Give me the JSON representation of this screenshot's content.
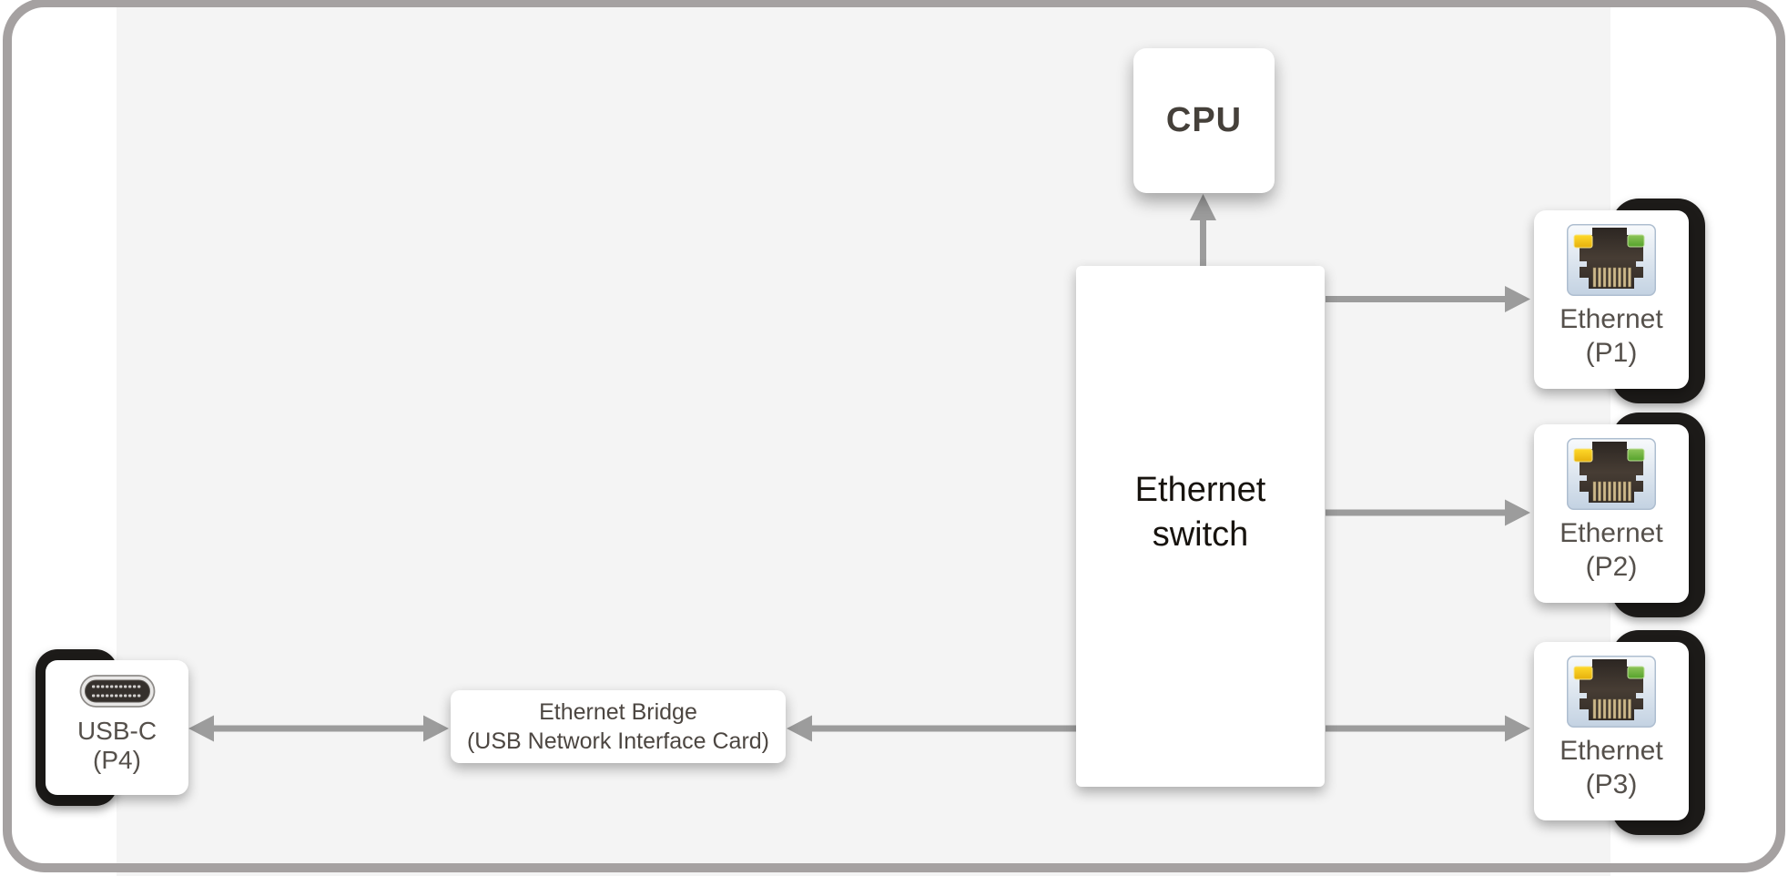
{
  "diagram": {
    "cpu": {
      "label": "CPU"
    },
    "ethernet_switch": {
      "lines": [
        "Ethernet",
        "switch"
      ]
    },
    "ethernet_bridge": {
      "lines": [
        "Ethernet Bridge",
        "(USB Network Interface Card)"
      ]
    },
    "ports": [
      {
        "label": "Ethernet",
        "sub_label": "(P1)",
        "icon": "rj45-jack-icon"
      },
      {
        "label": "Ethernet",
        "sub_label": "(P2)",
        "icon": "rj45-jack-icon"
      },
      {
        "label": "Ethernet",
        "sub_label": "(P3)",
        "icon": "rj45-jack-icon"
      },
      {
        "label": "USB-C",
        "sub_label": "(P4)",
        "icon": "usb-c-connector-icon"
      }
    ],
    "connections": [
      "ethernet-switch to cpu (arrow up)",
      "ethernet-switch to ethernet-p1 (arrow right)",
      "ethernet-switch to ethernet-p2 (arrow right)",
      "ethernet-switch to ethernet-p3 (arrow right)",
      "ethernet-switch to ethernet-bridge (arrow left)",
      "ethernet-bridge to usb-c-p4 (double arrow)"
    ],
    "colors": {
      "frame_border": "#a5a1a1",
      "panel_band": "#f4f4f4",
      "arrow": "#9c9c9c",
      "port_bezel_black": "#1d1b19",
      "led_yellow": "#f2c71d",
      "led_green": "#6cb33f",
      "label_text": "#55504b"
    }
  }
}
